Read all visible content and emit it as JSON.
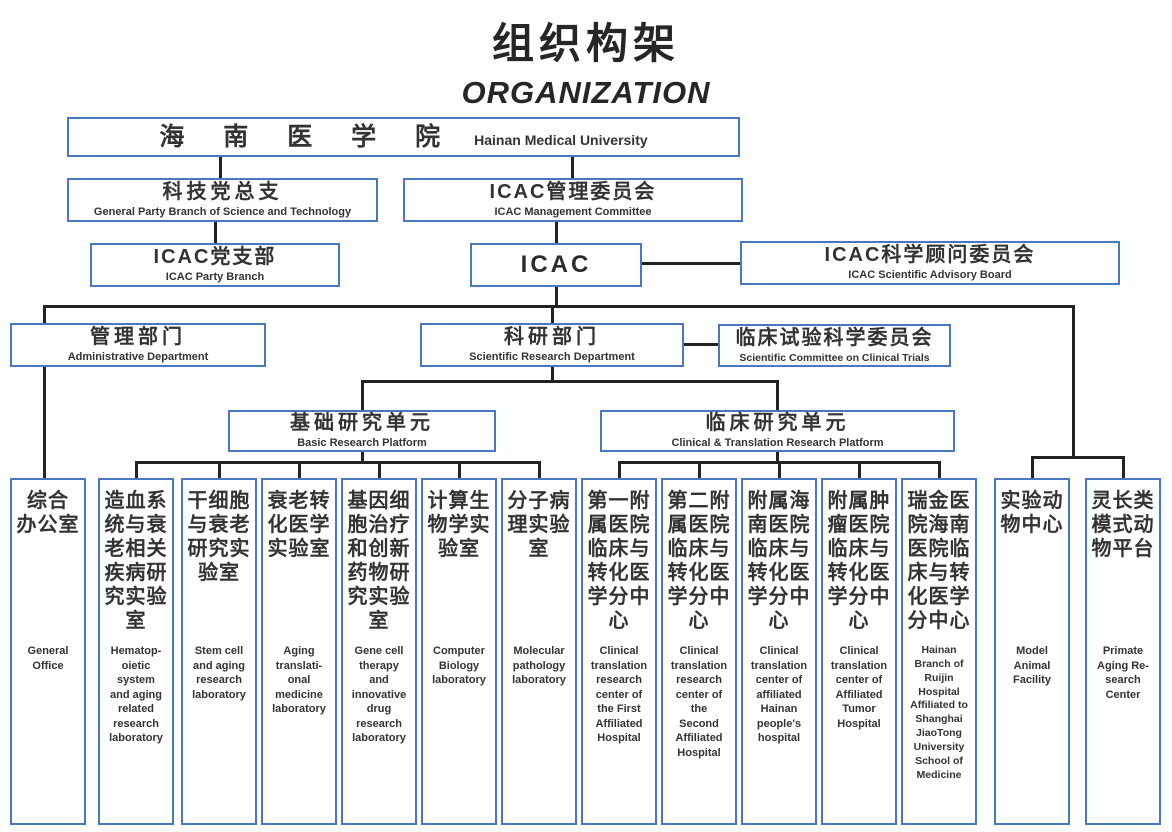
{
  "title": {
    "zh": "组织构架",
    "en": "ORGANIZATION"
  },
  "nodes": {
    "university": {
      "zh": "海 南 医 学 院",
      "en": "Hainan Medical University"
    },
    "party_branch": {
      "zh": "科技党总支",
      "en": "General Party Branch of Science and Technology"
    },
    "icac_mgmt": {
      "zh": "ICAC管理委员会",
      "en": "ICAC Management Committee"
    },
    "icac_party": {
      "zh": "ICAC党支部",
      "en": "ICAC Party Branch"
    },
    "icac": {
      "zh": "ICAC"
    },
    "advisory": {
      "zh": "ICAC科学顾问委员会",
      "en": "ICAC Scientific Advisory Board"
    },
    "admin_dept": {
      "zh": "管理部门",
      "en": "Administrative Department"
    },
    "sci_dept": {
      "zh": "科研部门",
      "en": "Scientific Research Department"
    },
    "clinical_committee": {
      "zh": "临床试验科学委员会",
      "en": "Scientific Committee on Clinical Trials"
    },
    "basic_platform": {
      "zh": "基础研究单元",
      "en": "Basic Research Platform"
    },
    "clinical_platform": {
      "zh": "临床研究单元",
      "en": "Clinical & Translation Research Platform"
    }
  },
  "units": [
    {
      "zh": "综合\n办公室",
      "en": "General\nOffice"
    },
    {
      "zh": "造血系\n统与衰\n老相关\n疾病研\n究实验\n室",
      "en": "Hematop-\noietic\nsystem\nand aging\nrelated\nresearch\nlaboratory"
    },
    {
      "zh": "干细胞\n与衰老\n研究实\n验室",
      "en": "Stem cell\nand aging\nresearch\nlaboratory"
    },
    {
      "zh": "衰老转\n化医学\n实验室",
      "en": "Aging\ntranslati-\nonal\nmedicine\nlaboratory"
    },
    {
      "zh": "基因细\n胞治疗\n和创新\n药物研\n究实验\n室",
      "en": "Gene cell\ntherapy\nand\ninnovative\ndrug\nresearch\nlaboratory"
    },
    {
      "zh": "计算生\n物学实\n验室",
      "en": "Computer\nBiology\nlaboratory"
    },
    {
      "zh": "分子病\n理实验\n室",
      "en": "Molecular\npathology\nlaboratory"
    },
    {
      "zh": "第一附\n属医院\n临床与\n转化医\n学分中\n心",
      "en": "Clinical\ntranslation\nresearch\ncenter of\nthe First\nAffiliated\nHospital"
    },
    {
      "zh": "第二附\n属医院\n临床与\n转化医\n学分中\n心",
      "en": "Clinical\ntranslation\nresearch\ncenter of\nthe\nSecond\nAffiliated\nHospital"
    },
    {
      "zh": "附属海\n南医院\n临床与\n转化医\n学分中\n心",
      "en": "Clinical\ntranslation\ncenter of\naffiliated\nHainan\npeople's\nhospital"
    },
    {
      "zh": "附属肿\n瘤医院\n临床与\n转化医\n学分中\n心",
      "en": "Clinical\ntranslation\ncenter of\nAffiliated\nTumor\nHospital"
    },
    {
      "zh": "瑞金医\n院海南\n医院临\n床与转\n化医学\n分中心",
      "en": "Hainan\nBranch of\nRuijin\nHospital\nAffiliated to\nShanghai\nJiaoTong\nUniversity\nSchool of\nMedicine"
    },
    {
      "zh": "实验动\n物中心",
      "en": "Model\nAnimal\nFacility"
    },
    {
      "zh": "灵长类\n模式动\n物平台",
      "en": "Primate\nAging Re-\nsearch\nCenter"
    }
  ],
  "colors": {
    "box_border": "#4a76c2",
    "line": "#222222",
    "text": "#333333"
  }
}
